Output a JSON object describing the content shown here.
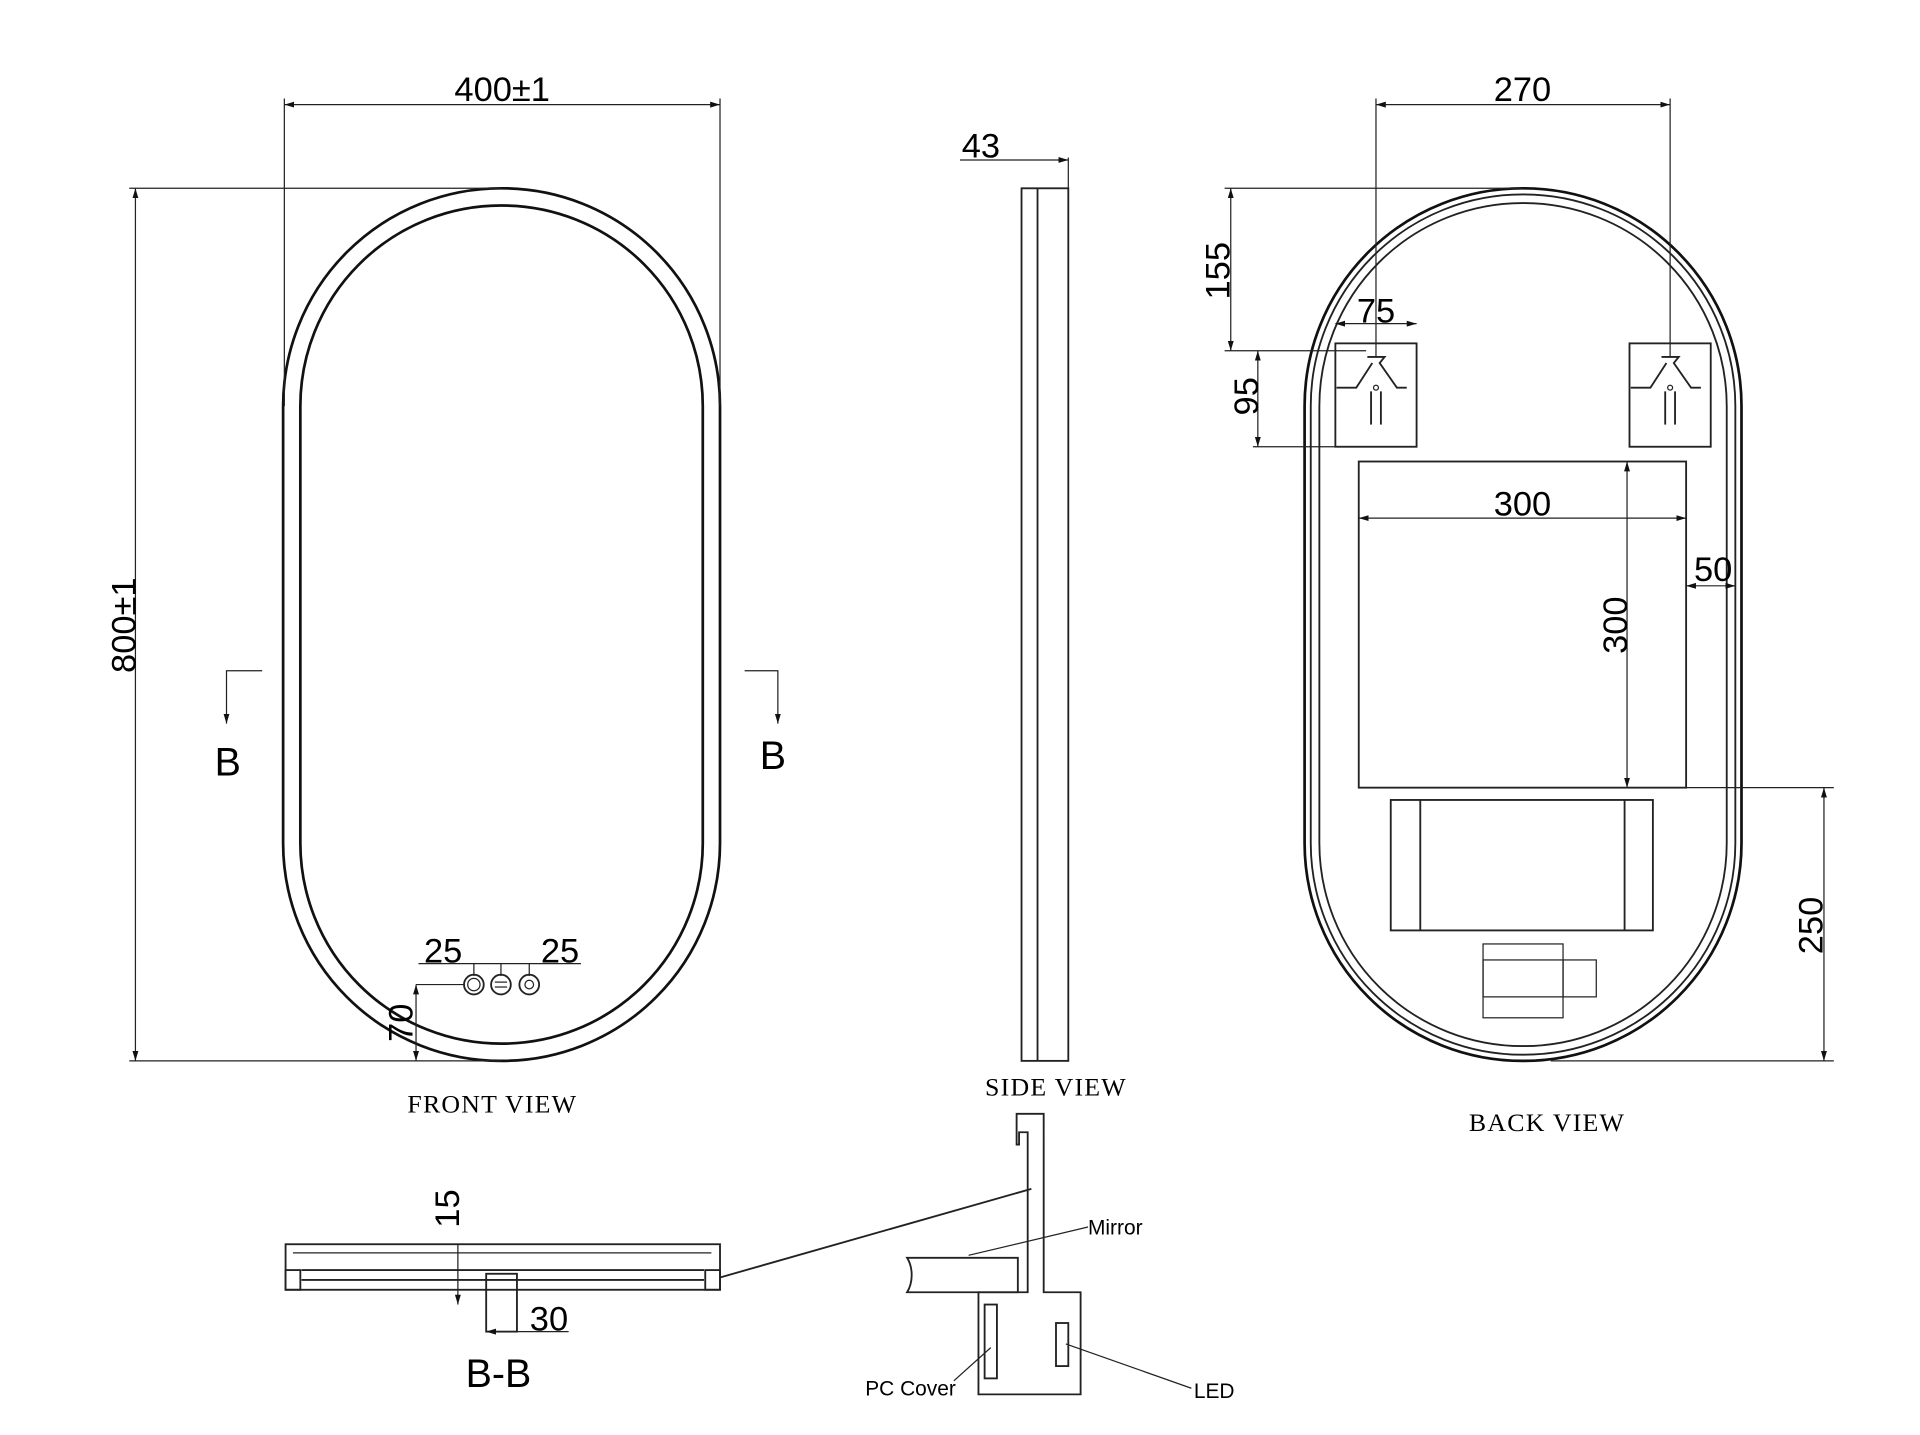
{
  "views": {
    "front": "FRONT VIEW",
    "side": "SIDE VIEW",
    "back": "BACK VIEW",
    "section": "B-B"
  },
  "dimensions": {
    "front_width": "400±1",
    "front_height": "800±1",
    "button_spacing_left": "25",
    "button_spacing_right": "25",
    "button_height": "70",
    "side_depth": "43",
    "back_bracket_spacing": "270",
    "back_bracket_top": "155",
    "back_bracket_width": "75",
    "back_bracket_height": "95",
    "back_box_width": "300",
    "back_box_height": "300",
    "back_box_side": "50",
    "back_box_bottom": "250",
    "section_thickness": "15",
    "section_connector": "30"
  },
  "section_marks": {
    "left": "B",
    "right": "B"
  },
  "callouts": {
    "mirror": "Mirror",
    "pc_cover": "PC Cover",
    "led": "LED"
  },
  "buttons": [
    "power-icon",
    "dimmer-icon",
    "light-icon"
  ]
}
